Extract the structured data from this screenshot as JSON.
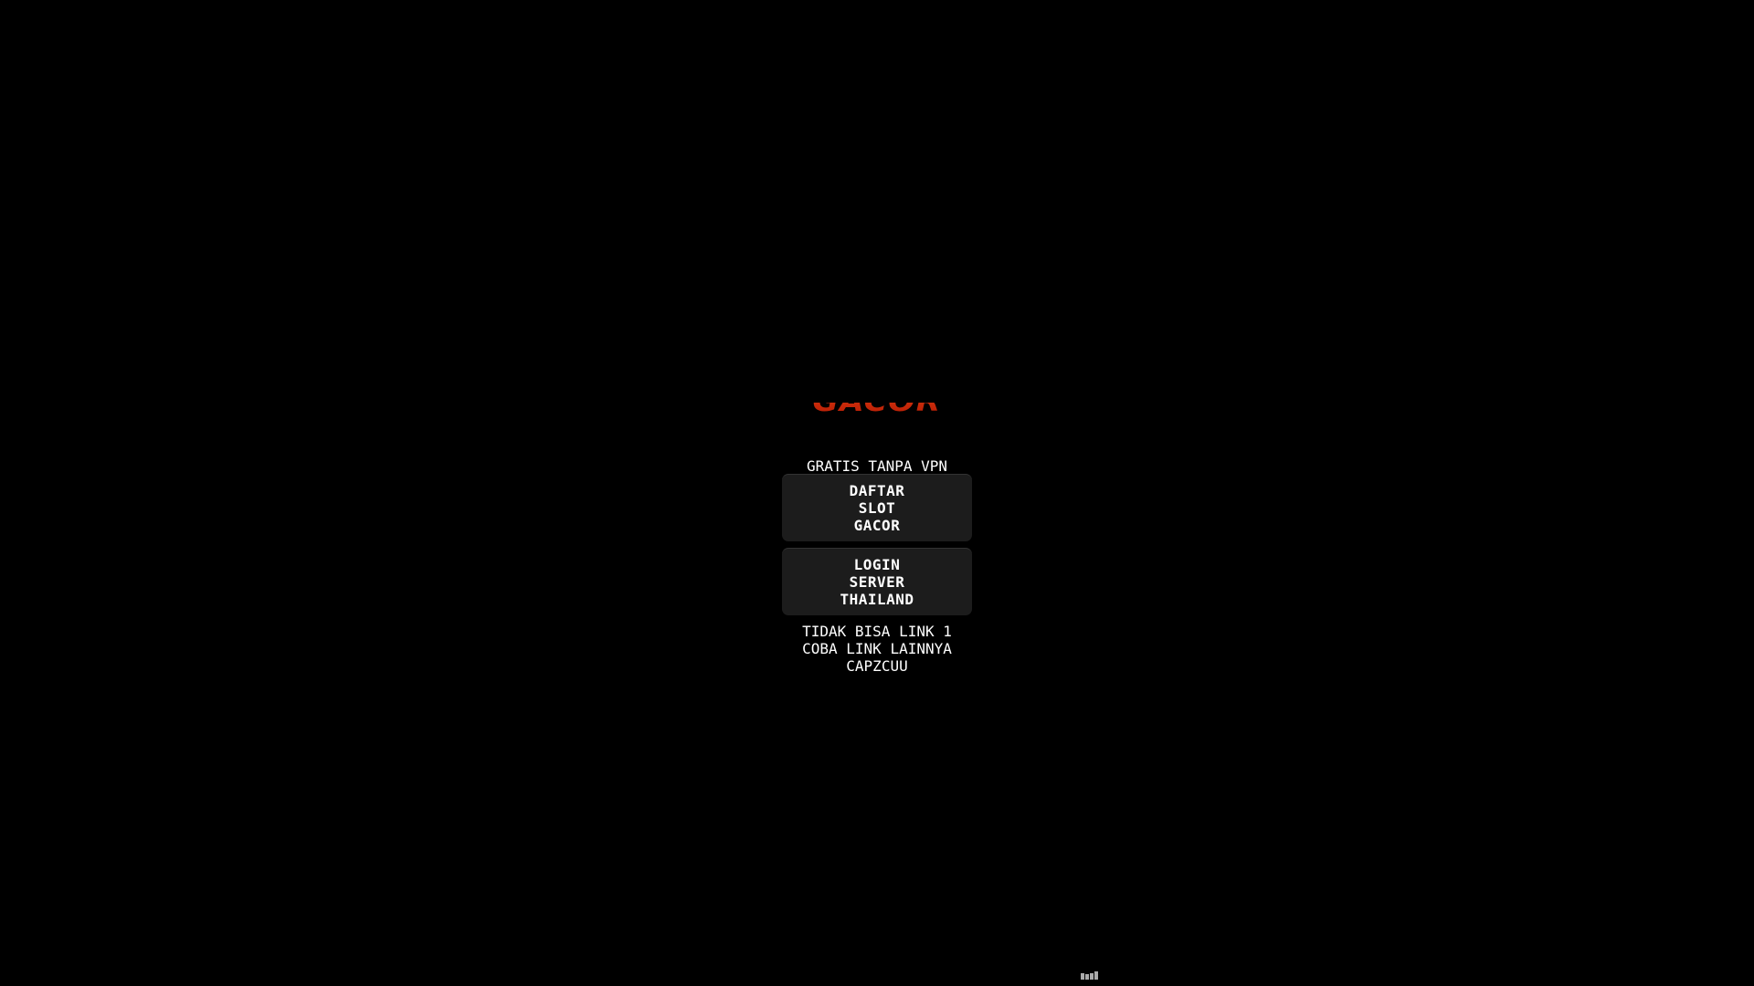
{
  "logo": {
    "text": "SLOT GACOR",
    "color": "#d9330f"
  },
  "tagline": "GRATIS TANPA VPN",
  "buttons": [
    {
      "lines": [
        "DAFTAR",
        "SLOT",
        "GACOR"
      ]
    },
    {
      "lines": [
        "LOGIN",
        "SERVER",
        "THAILAND"
      ]
    }
  ],
  "note": {
    "lines": [
      "TIDAK BISA LINK 1",
      "COBA LINK LAINNYA",
      "CAPZCUU"
    ]
  },
  "footer_icon": "signal-bars-icon"
}
